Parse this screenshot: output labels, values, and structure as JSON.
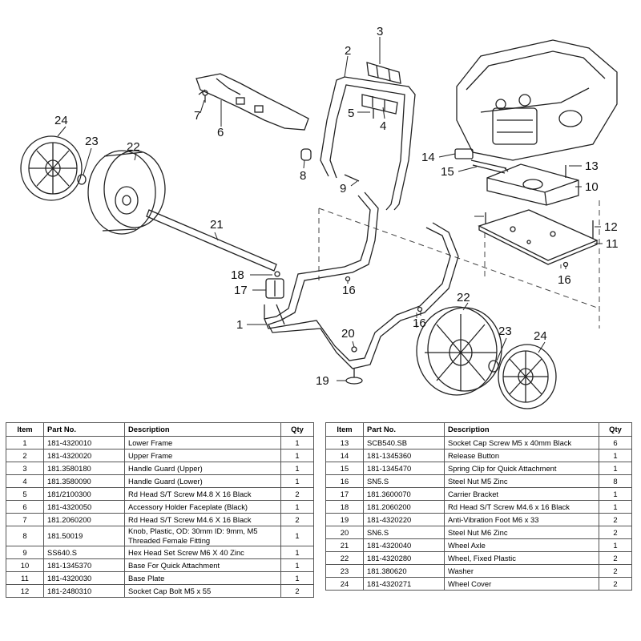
{
  "callouts": [
    "1",
    "2",
    "3",
    "4",
    "5",
    "6",
    "7",
    "8",
    "9",
    "10",
    "11",
    "12",
    "13",
    "14",
    "15",
    "16",
    "16",
    "16",
    "17",
    "18",
    "19",
    "20",
    "21",
    "22",
    "22",
    "23",
    "23",
    "24",
    "24"
  ],
  "columns": {
    "item": "Item",
    "part": "Part No.",
    "desc": "Description",
    "qty": "Qty"
  },
  "parts_left": [
    {
      "item": "1",
      "part": "181-4320010",
      "desc": "Lower Frame",
      "qty": "1"
    },
    {
      "item": "2",
      "part": "181-4320020",
      "desc": "Upper Frame",
      "qty": "1"
    },
    {
      "item": "3",
      "part": "181.3580180",
      "desc": "Handle Guard (Upper)",
      "qty": "1"
    },
    {
      "item": "4",
      "part": "181.3580090",
      "desc": "Handle Guard (Lower)",
      "qty": "1"
    },
    {
      "item": "5",
      "part": "181/2100300",
      "desc": "Rd Head S/T Screw M4.8 X 16 Black",
      "qty": "2"
    },
    {
      "item": "6",
      "part": "181-4320050",
      "desc": "Accessory Holder Faceplate (Black)",
      "qty": "1"
    },
    {
      "item": "7",
      "part": "181.2060200",
      "desc": "Rd Head S/T Screw M4.6 X 16 Black",
      "qty": "2"
    },
    {
      "item": "8",
      "part": "181.50019",
      "desc": "Knob, Plastic, OD: 30mm ID: 9mm, M5 Threaded Female Fitting",
      "qty": "1"
    },
    {
      "item": "9",
      "part": "SS640.S",
      "desc": "Hex Head Set Screw M6 X 40 Zinc",
      "qty": "1"
    },
    {
      "item": "10",
      "part": "181-1345370",
      "desc": "Base For Quick Attachment",
      "qty": "1"
    },
    {
      "item": "11",
      "part": "181-4320030",
      "desc": "Base Plate",
      "qty": "1"
    },
    {
      "item": "12",
      "part": "181-2480310",
      "desc": "Socket Cap Bolt M5 x 55",
      "qty": "2"
    }
  ],
  "parts_right": [
    {
      "item": "13",
      "part": "SCB540.SB",
      "desc": "Socket Cap Screw M5 x 40mm Black",
      "qty": "6"
    },
    {
      "item": "14",
      "part": "181-1345360",
      "desc": "Release Button",
      "qty": "1"
    },
    {
      "item": "15",
      "part": "181-1345470",
      "desc": "Spring Clip for Quick Attachment",
      "qty": "1"
    },
    {
      "item": "16",
      "part": "SN5.S",
      "desc": "Steel Nut M5 Zinc",
      "qty": "8"
    },
    {
      "item": "17",
      "part": "181.3600070",
      "desc": "Carrier Bracket",
      "qty": "1"
    },
    {
      "item": "18",
      "part": "181.2060200",
      "desc": "Rd Head S/T Screw M4.6 x 16 Black",
      "qty": "1"
    },
    {
      "item": "19",
      "part": "181-4320220",
      "desc": "Anti-Vibration Foot M6 x 33",
      "qty": "2"
    },
    {
      "item": "20",
      "part": "SN6.S",
      "desc": "Steel Nut M6 Zinc",
      "qty": "2"
    },
    {
      "item": "21",
      "part": "181-4320040",
      "desc": "Wheel Axle",
      "qty": "1"
    },
    {
      "item": "22",
      "part": "181-4320280",
      "desc": "Wheel, Fixed Plastic",
      "qty": "2"
    },
    {
      "item": "23",
      "part": "181.380620",
      "desc": "Washer",
      "qty": "2"
    },
    {
      "item": "24",
      "part": "181-4320271",
      "desc": "Wheel Cover",
      "qty": "2"
    }
  ]
}
